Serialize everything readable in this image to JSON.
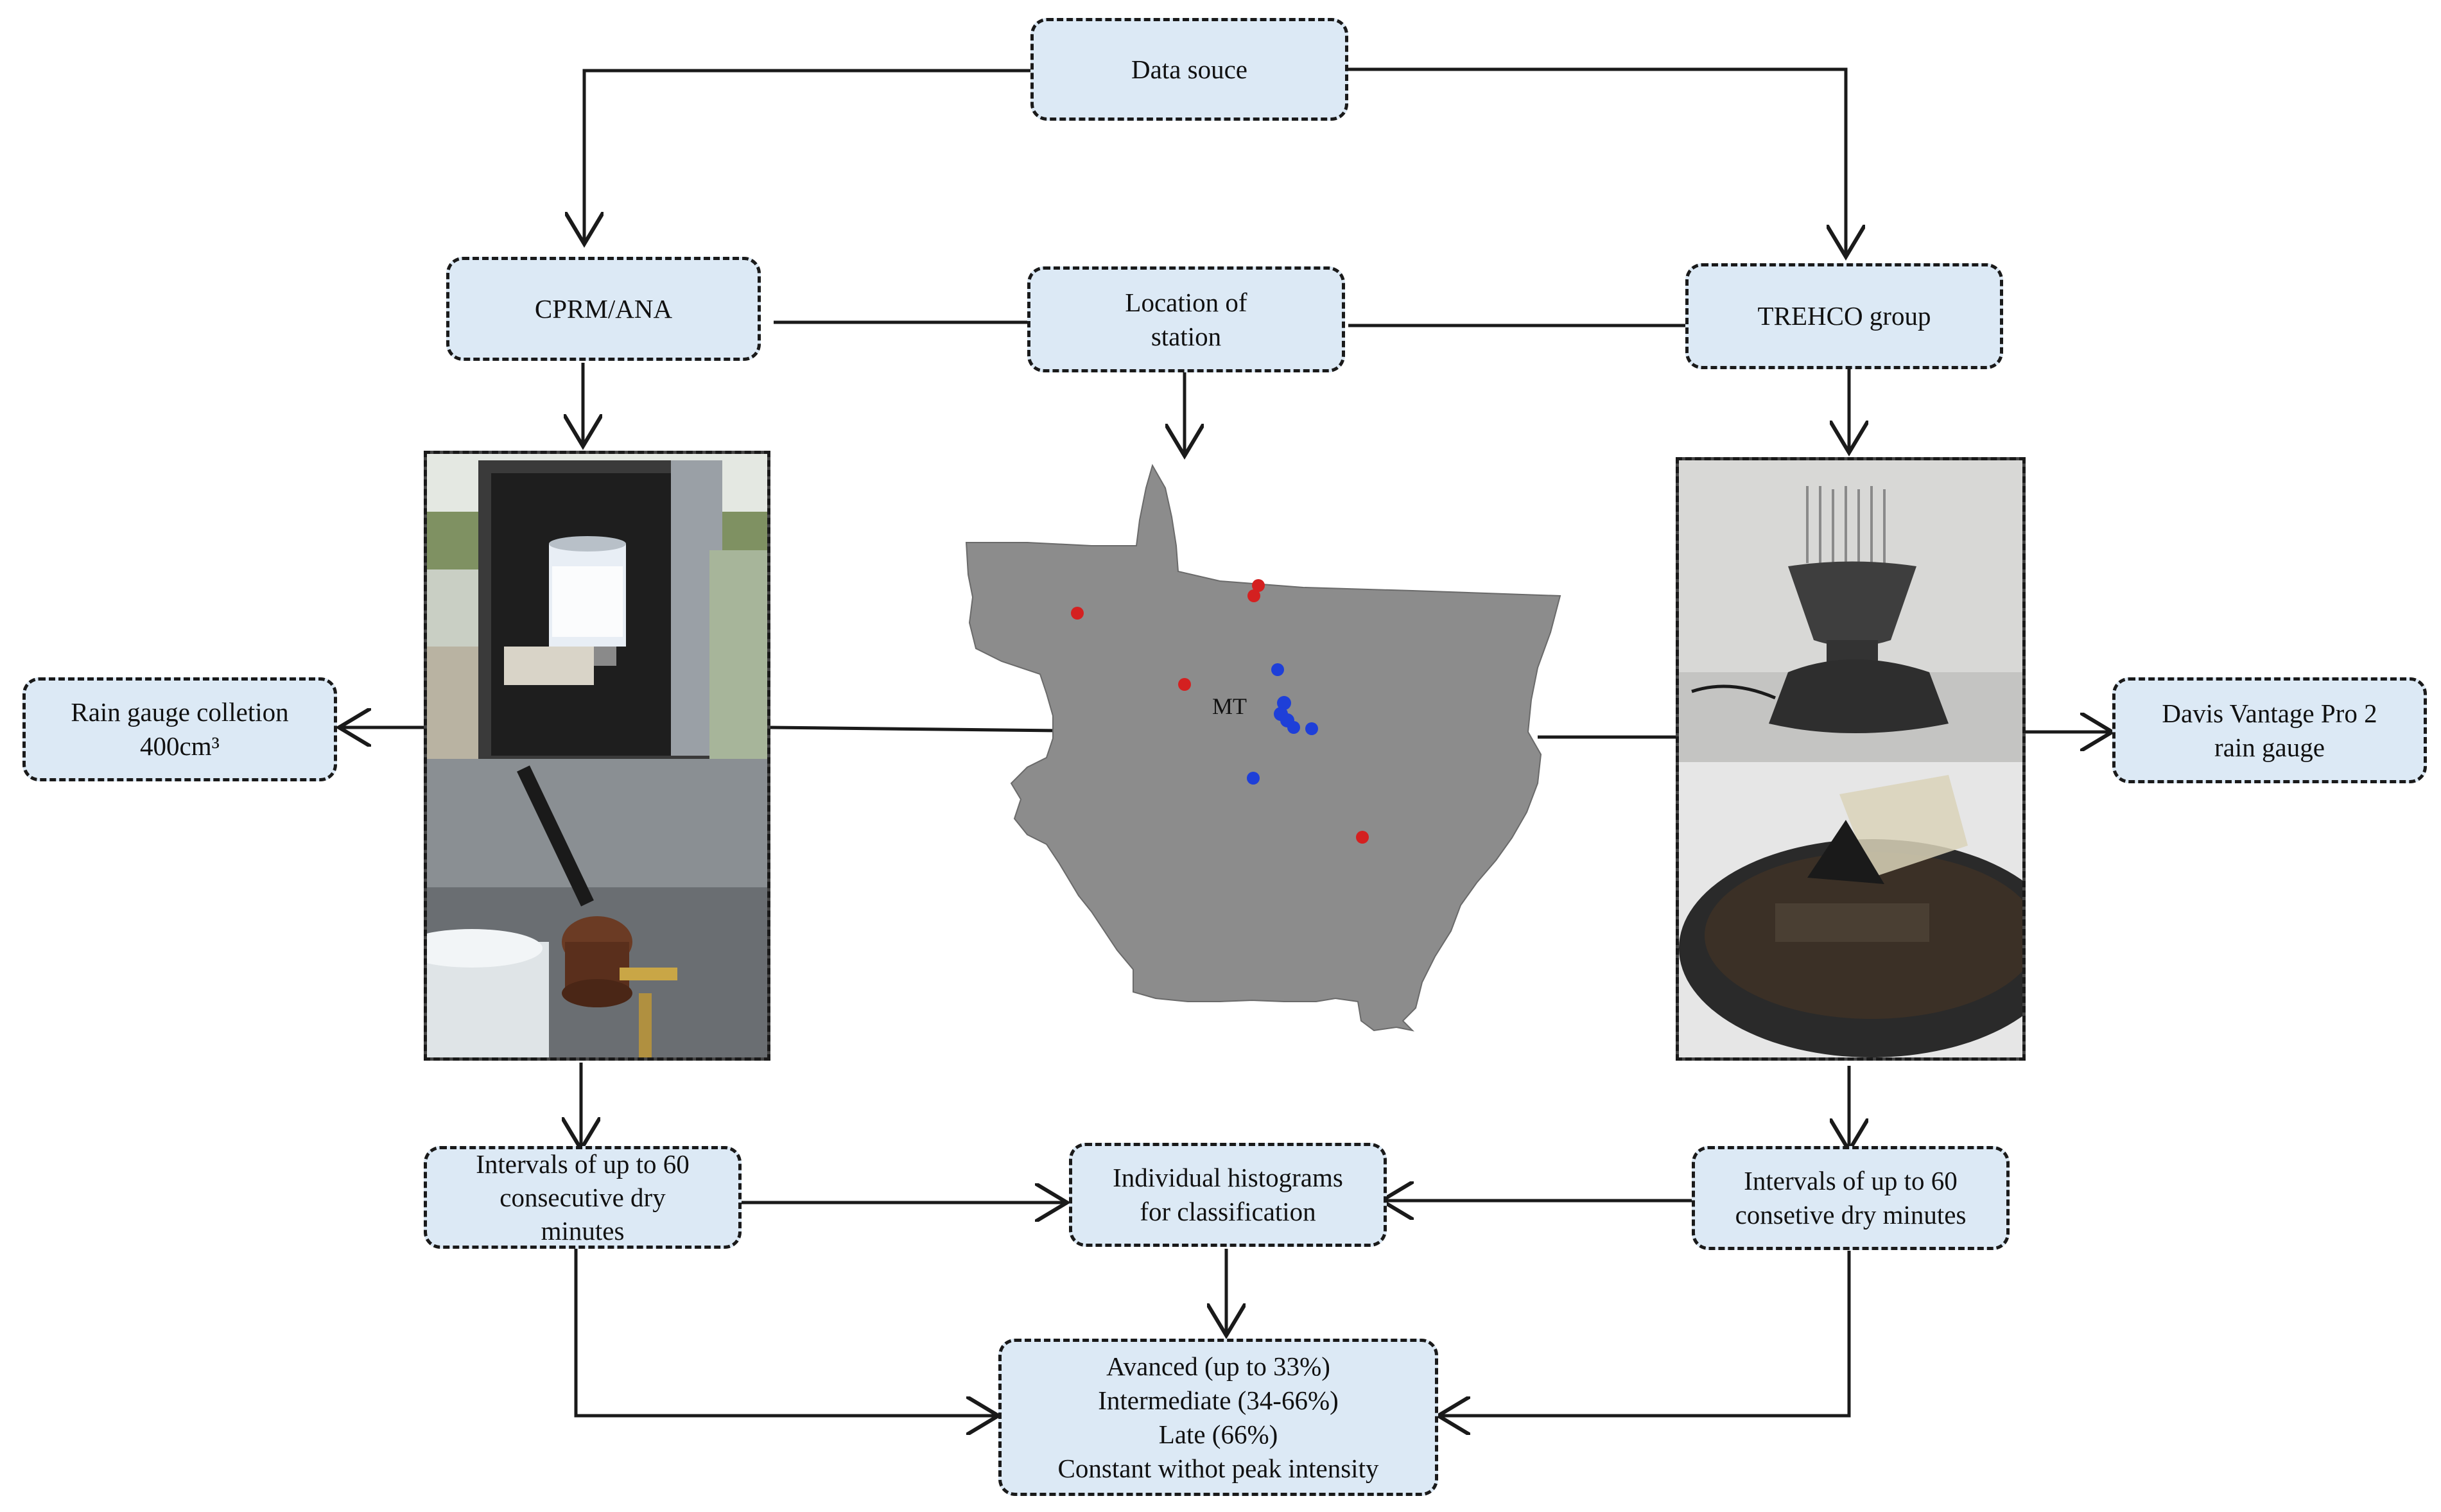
{
  "nodes": {
    "data_source": "Data souce",
    "cprm_ana": "CPRM/ANA",
    "location_line1": "Location of",
    "location_line2": "station",
    "trehco": "TREHCO group",
    "rain_gauge_line1": "Rain gauge colletion",
    "rain_gauge_line2": "400cm³",
    "davis_line1": "Davis Vantage Pro 2",
    "davis_line2": "rain gauge",
    "intervals_left_line1": "Intervals of up to 60",
    "intervals_left_line2": "consecutive dry",
    "intervals_left_line3": "minutes",
    "histograms_line1": "Individual histograms",
    "histograms_line2": "for classification",
    "intervals_right_line1": "Intervals of up to 60",
    "intervals_right_line2": "consetive dry minutes",
    "classes_line1": "Avanced (up to 33%)",
    "classes_line2": "Intermediate (34-66%)",
    "classes_line3": "Late (66%)",
    "classes_line4": "Constant withot peak intensity"
  },
  "map": {
    "label": "MT",
    "fill_color": "#8c8c8c",
    "red_station_color": "#d42020",
    "blue_station_color": "#1e3fd8"
  },
  "colors": {
    "box_fill": "#dce9f5",
    "line": "#1a1a1a"
  }
}
